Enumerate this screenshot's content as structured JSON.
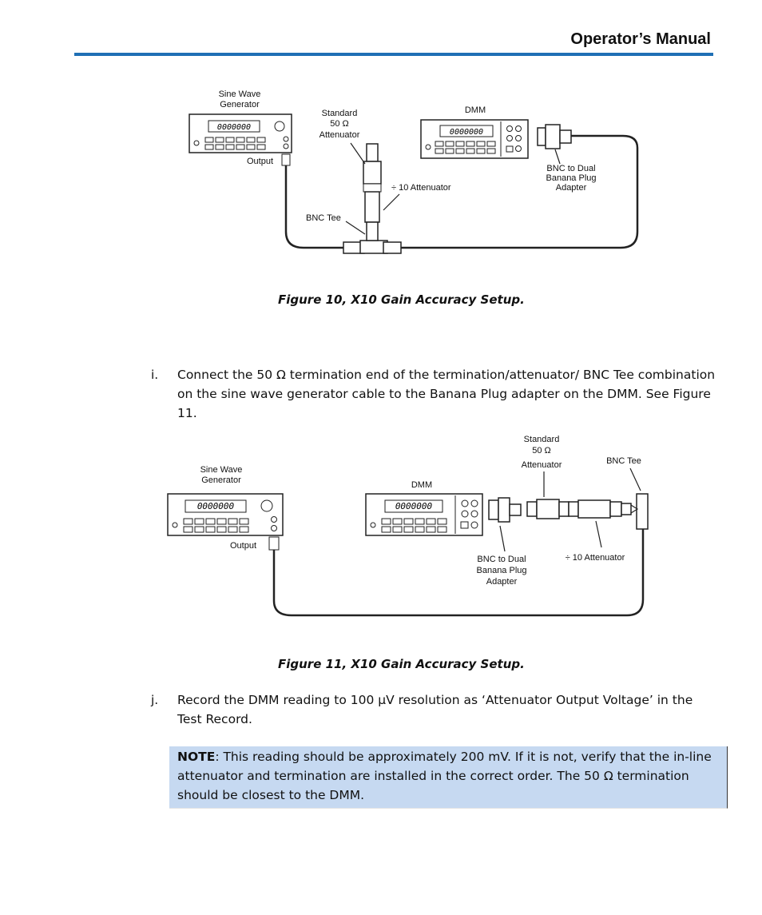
{
  "header": {
    "title": "Operator’s Manual"
  },
  "figure10": {
    "labels": {
      "sine_wave_generator_line1": "Sine Wave",
      "sine_wave_generator_line2": "Generator",
      "output": "Output",
      "standard_attenuator_line1": "Standard",
      "standard_attenuator_line2": "50 Ω",
      "standard_attenuator_line3": "Attenuator",
      "dmm": "DMM",
      "ten_attenuator": "÷ 10 Attenuator",
      "bnc_tee": "BNC Tee",
      "bnc_adapter_line1": "BNC to Dual",
      "bnc_adapter_line2": "Banana Plug",
      "bnc_adapter_line3": "Adapter",
      "display_value": "0000000"
    },
    "caption": "Figure 10, X10 Gain Accuracy Setup."
  },
  "step_i": {
    "marker": "i.",
    "text": "Connect the 50 Ω termination end of the termination/attenuator/ BNC Tee combination on the sine wave generator cable to the Banana Plug adapter on the DMM. See Figure 11."
  },
  "figure11": {
    "labels": {
      "sine_wave_generator_line1": "Sine Wave",
      "sine_wave_generator_line2": "Generator",
      "output": "Output",
      "dmm": "DMM",
      "standard_attenuator_line1": "Standard",
      "standard_attenuator_line2": "50 Ω",
      "standard_attenuator_line3": "Attenuator",
      "bnc_tee": "BNC Tee",
      "bnc_adapter_line1": "BNC to Dual",
      "bnc_adapter_line2": "Banana Plug",
      "bnc_adapter_line3": "Adapter",
      "ten_attenuator": "÷ 10 Attenuator",
      "display_value": "0000000"
    },
    "caption": "Figure 11, X10 Gain Accuracy Setup."
  },
  "step_j": {
    "marker": "j.",
    "text": "Record the DMM reading to 100 µV resolution as ‘Attenuator Output Voltage’ in the Test Record."
  },
  "note": {
    "label": "NOTE",
    "text": ": This reading should be approximately 200 mV. If it is not, verify that the in-line attenuator and termination are installed in the correct order. The 50 Ω termination should be closest to the DMM."
  }
}
